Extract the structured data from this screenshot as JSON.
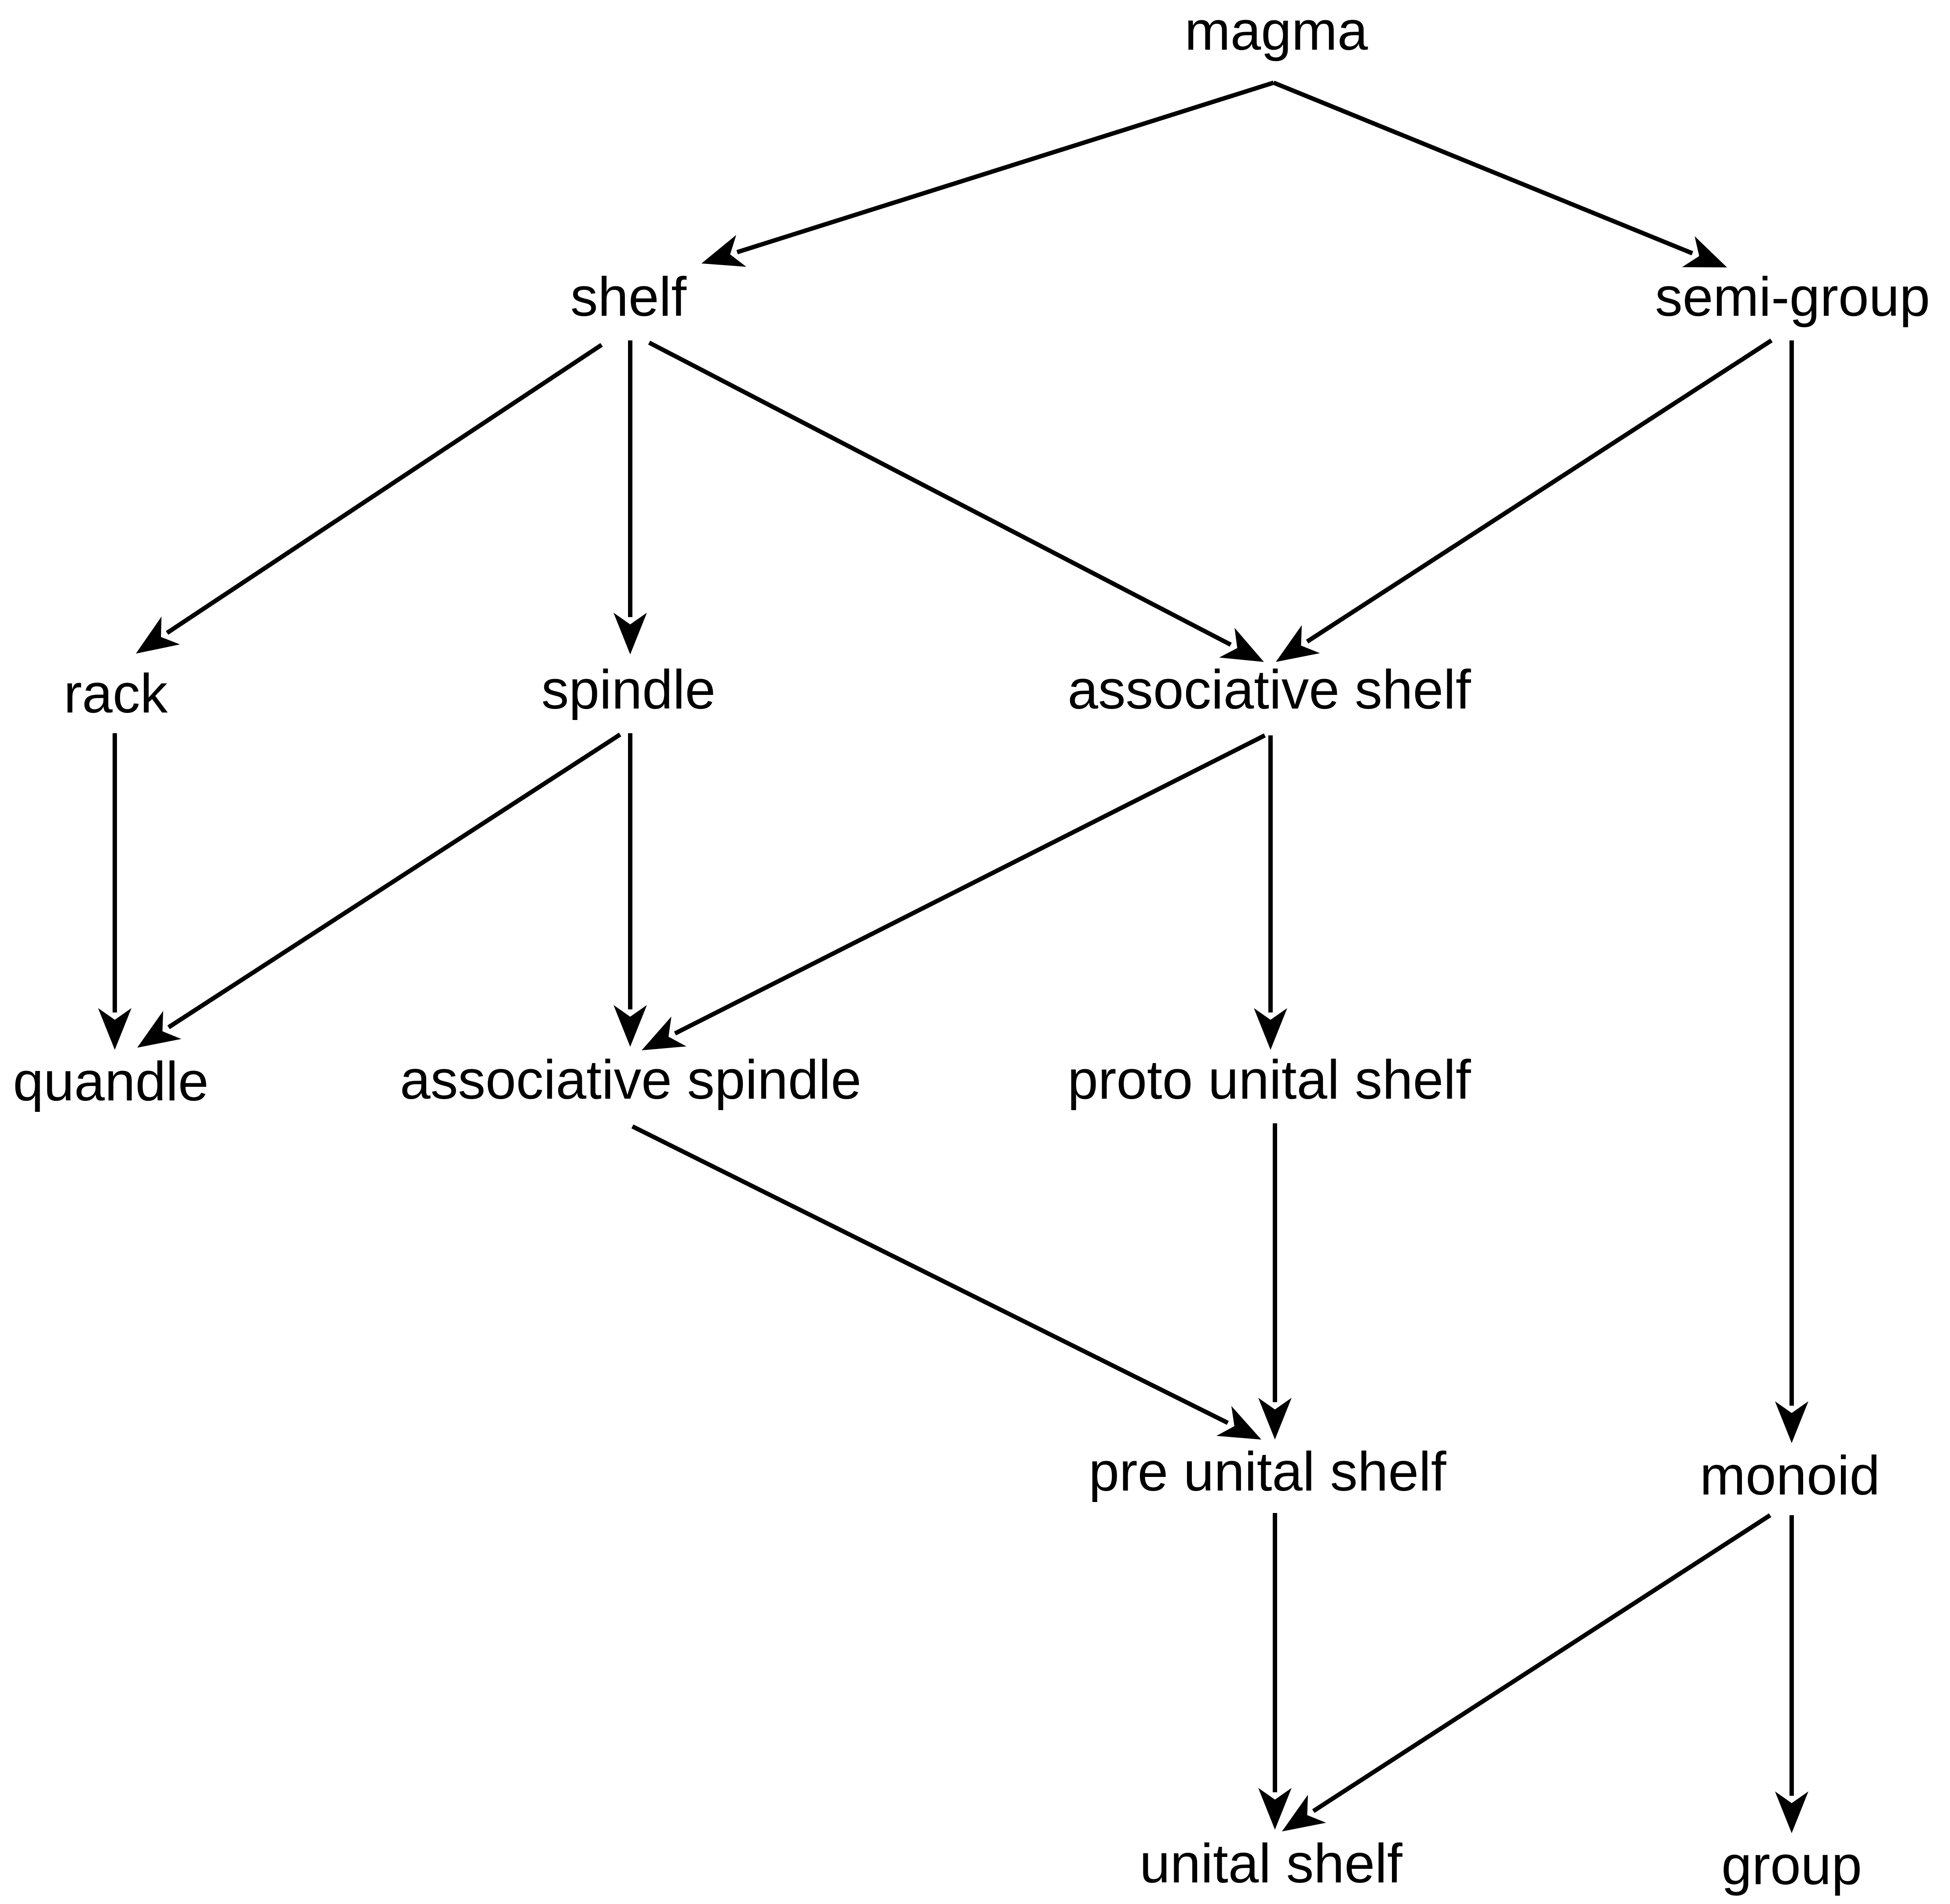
{
  "diagram": {
    "nodes": {
      "magma": "magma",
      "shelf": "shelf",
      "semi_group": "semi-group",
      "rack": "rack",
      "spindle": "spindle",
      "associative_shelf": "associative shelf",
      "quandle": "quandle",
      "associative_spindle": "associative spindle",
      "proto_unital_shelf": "proto unital shelf",
      "pre_unital_shelf": "pre unital shelf",
      "monoid": "monoid",
      "unital_shelf": "unital shelf",
      "group": "group"
    },
    "edges": [
      {
        "from": "magma",
        "to": "shelf"
      },
      {
        "from": "magma",
        "to": "semi_group"
      },
      {
        "from": "shelf",
        "to": "rack"
      },
      {
        "from": "shelf",
        "to": "spindle"
      },
      {
        "from": "shelf",
        "to": "associative_shelf"
      },
      {
        "from": "semi_group",
        "to": "associative_shelf"
      },
      {
        "from": "semi_group",
        "to": "monoid"
      },
      {
        "from": "rack",
        "to": "quandle"
      },
      {
        "from": "spindle",
        "to": "quandle"
      },
      {
        "from": "spindle",
        "to": "associative_spindle"
      },
      {
        "from": "associative_shelf",
        "to": "associative_spindle"
      },
      {
        "from": "associative_shelf",
        "to": "proto_unital_shelf"
      },
      {
        "from": "associative_spindle",
        "to": "pre_unital_shelf"
      },
      {
        "from": "proto_unital_shelf",
        "to": "pre_unital_shelf"
      },
      {
        "from": "pre_unital_shelf",
        "to": "unital_shelf"
      },
      {
        "from": "monoid",
        "to": "unital_shelf"
      },
      {
        "from": "monoid",
        "to": "group"
      }
    ]
  }
}
